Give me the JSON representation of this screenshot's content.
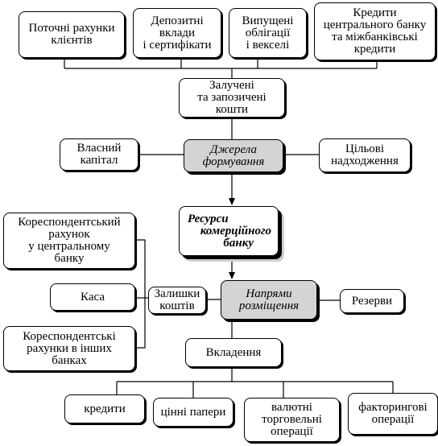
{
  "sources": {
    "current_accounts": "Поточні рахунки\nклієнтів",
    "deposits": "Депозитні\nвклади\nі сертифікати",
    "bonds": "Випущені\nоблігації\nі векселі",
    "central_bank_credits": "Кредити\nцентрального банку\nта міжбанківські\nкредити"
  },
  "attracted_funds": "Залучені\nта запозичені\nкошти",
  "own_capital": "Власний\nкапітал",
  "formation_sources": "Джерела\nформування",
  "targeted_receipts": "Цільові\nнадходження",
  "resources": {
    "line1": "Ресурси",
    "line2": "комерційного",
    "line3": "банку"
  },
  "corr_account_cb": "Кореспондентський\nрахунок\nу центральному\nбанку",
  "cash": "Каса",
  "corr_accounts_other": "Кореспондентські\nрахунки в інших\nбанках",
  "balances": "Залишки\nкоштів",
  "placement": "Напрями\nрозміщення",
  "reserves": "Резерви",
  "investments": "Вкладення",
  "uses": {
    "credits": "кредити",
    "securities": "цінні папери",
    "currency_operations": "валютні\nторговельні\nоперації",
    "factoring": "факторингові\nоперації"
  }
}
